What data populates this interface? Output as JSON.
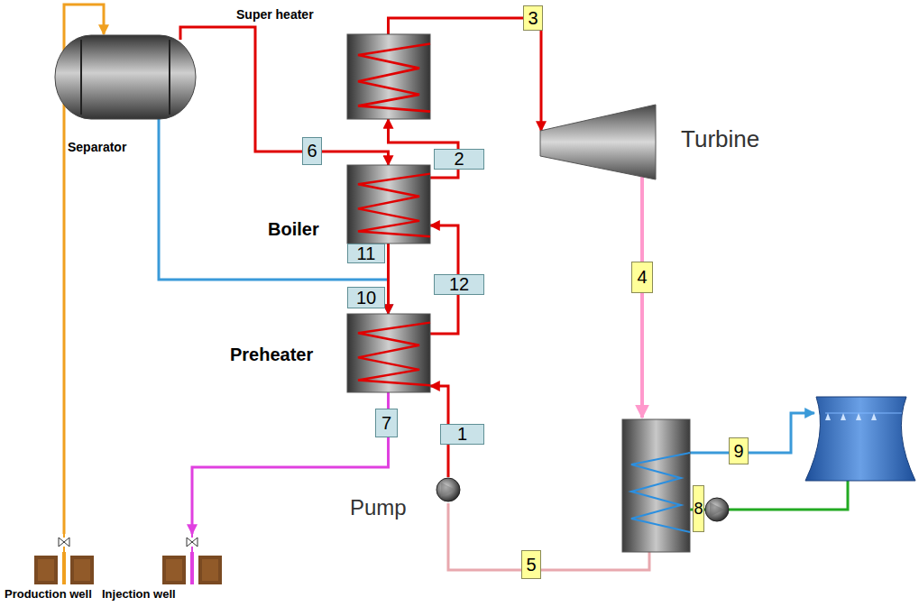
{
  "diagram": {
    "nodes": [
      {
        "text": [
          "Separator"
        ]
      },
      {
        "text": [
          "Super heater"
        ]
      },
      {
        "text": [
          "Boiler"
        ]
      },
      {
        "text": [
          "Preheater"
        ]
      },
      {
        "text": [
          "Turbine"
        ]
      },
      {
        "text": [
          "Pump"
        ]
      },
      {
        "text": [
          "Production well"
        ]
      },
      {
        "text": [
          "Injection well"
        ]
      }
    ],
    "edges": [
      {
        "from": 6,
        "to": 0,
        "arrow": "to"
      },
      {
        "from": 0,
        "to": 2,
        "arrow": "to"
      },
      {
        "from": 0,
        "to": 3,
        "arrow": "to"
      },
      {
        "from": 2,
        "to": 3,
        "arrow": "to"
      },
      {
        "from": 3,
        "to": 7,
        "arrow": "to"
      },
      {
        "from": 5,
        "to": 3,
        "arrow": "to"
      },
      {
        "from": 3,
        "to": 2,
        "arrow": "to"
      },
      {
        "from": 2,
        "to": 1,
        "arrow": "to"
      },
      {
        "from": 1,
        "to": 4,
        "arrow": "to"
      }
    ],
    "labels": [
      "3",
      "6",
      "2",
      "11",
      "10",
      "12",
      "4",
      "1",
      "7",
      "9",
      "8",
      "5"
    ]
  }
}
